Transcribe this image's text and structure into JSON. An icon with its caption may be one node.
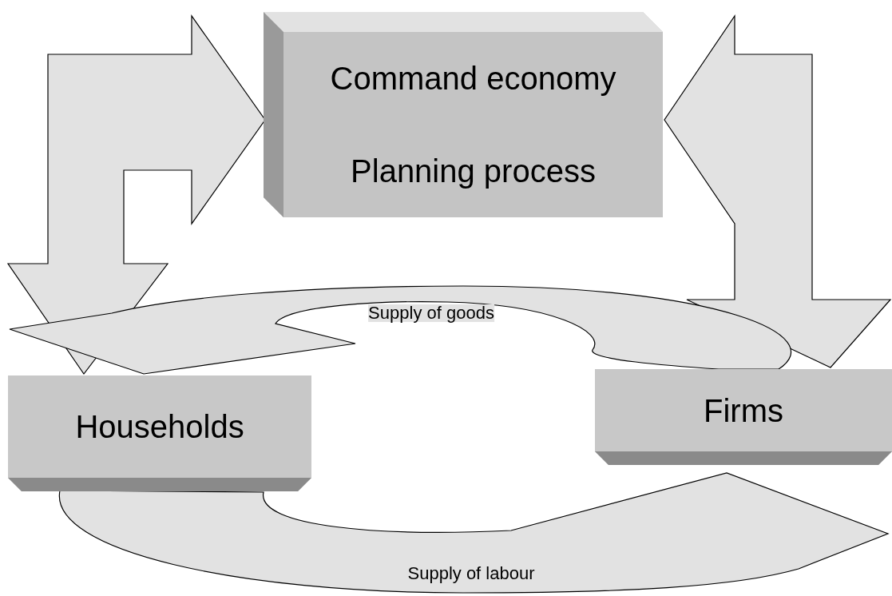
{
  "diagram": {
    "nodes": [
      {
        "text": [
          "Command economy",
          "Planning process"
        ]
      },
      {
        "text": [
          "Households"
        ]
      },
      {
        "text": [
          "Firms"
        ]
      }
    ],
    "edges": [
      {
        "from": 0,
        "to": 1,
        "arrow": "both"
      },
      {
        "from": 0,
        "to": 2,
        "arrow": "both"
      },
      {
        "from": 2,
        "to": 1,
        "arrow": "to",
        "label": "Supply of goods"
      },
      {
        "from": 1,
        "to": 2,
        "arrow": "to",
        "label": "Supply of labour"
      }
    ]
  }
}
